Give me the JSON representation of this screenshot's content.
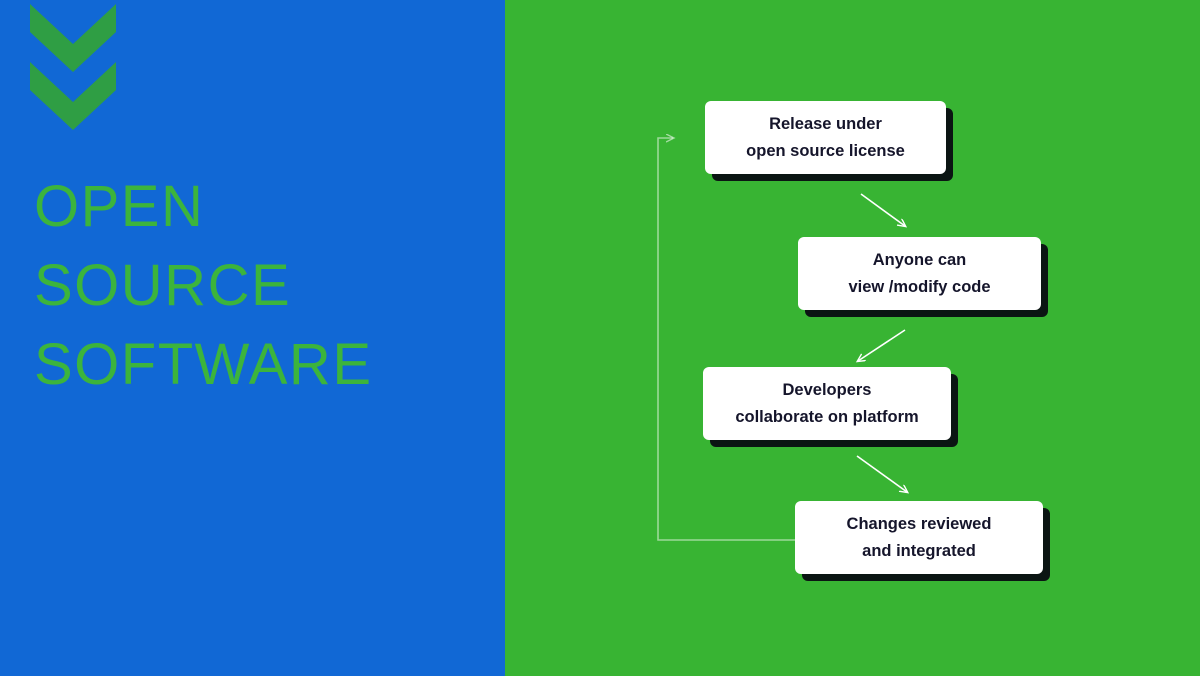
{
  "title": {
    "lines": [
      "OPEN",
      "SOURCE",
      "SOFTWARE"
    ]
  },
  "icons": {
    "top_left": "double-chevron-down-icon"
  },
  "colors": {
    "left_panel_blue": "#1168d5",
    "right_panel_green": "#38b433",
    "title_green": "#3cb43c",
    "chevron_green": "#2f9e44",
    "box_background": "#ffffff",
    "box_text": "#15152b",
    "box_shadow": "#080810",
    "arrow_white": "#ffffff",
    "loop_line": "rgba(255,255,255,0.5)"
  },
  "flowchart": {
    "steps": [
      {
        "line1": "Release under",
        "line2": "open source license"
      },
      {
        "line1": "Anyone can",
        "line2": "view /modify code"
      },
      {
        "line1": "Developers",
        "line2": "collaborate on platform"
      },
      {
        "line1": "Changes reviewed",
        "line2": "and integrated"
      }
    ],
    "loop": "feedback loop from last step back to first step"
  }
}
